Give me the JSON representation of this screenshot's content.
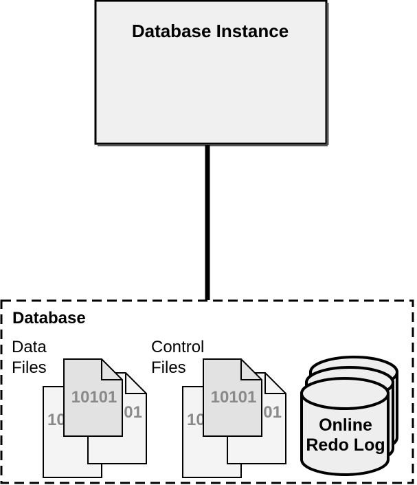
{
  "instance": {
    "title": "Database Instance"
  },
  "database": {
    "title": "Database",
    "data_files": {
      "label_line1": "Data",
      "label_line2": "Files",
      "front_text": "10101",
      "back_left_text": "10",
      "back_right_text": "01"
    },
    "control_files": {
      "label_line1": "Control",
      "label_line2": "Files",
      "front_text": "10101",
      "back_left_text": "10",
      "back_right_text": "01"
    },
    "redo_log": {
      "label_line1": "Online",
      "label_line2": "Redo Log"
    }
  },
  "colors": {
    "instance_fill": "#f0f0f0",
    "page_fill": "#e2e2e2",
    "page_back_fill": "#f4f4f4",
    "binary_text": "#8a8a8a",
    "cylinder_fill": "#eeeeee"
  }
}
